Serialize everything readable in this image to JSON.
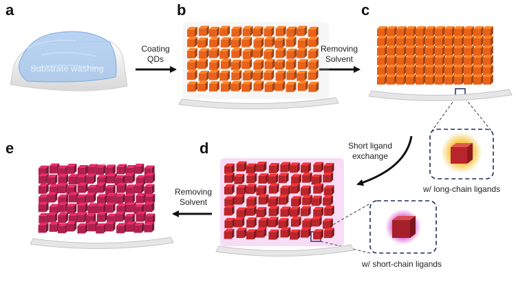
{
  "panels": {
    "a": {
      "letter": "a",
      "label": "Substrate washing"
    },
    "b": {
      "letter": "b"
    },
    "c": {
      "letter": "c"
    },
    "d": {
      "letter": "d"
    },
    "e": {
      "letter": "e"
    }
  },
  "steps": {
    "coating_line1": "Coating",
    "coating_line2": "QDs",
    "remove1_line1": "Removing",
    "remove1_line2": "Solvent",
    "exchange_line1": "Short ligand",
    "exchange_line2": "exchange",
    "remove2_line1": "Removing",
    "remove2_line2": "Solvent"
  },
  "insets": {
    "long_chain": "w/ long-chain ligands",
    "short_chain": "w/ short-chain ligands"
  },
  "colors": {
    "orange_cube": "#e8621a",
    "red_cube": "#b8252a",
    "magenta_cube": "#b0204e",
    "ligand_long": "#f5c23a",
    "ligand_short": "#d23bc8",
    "substrate": "#eeeeee",
    "arrow": "#111111"
  }
}
